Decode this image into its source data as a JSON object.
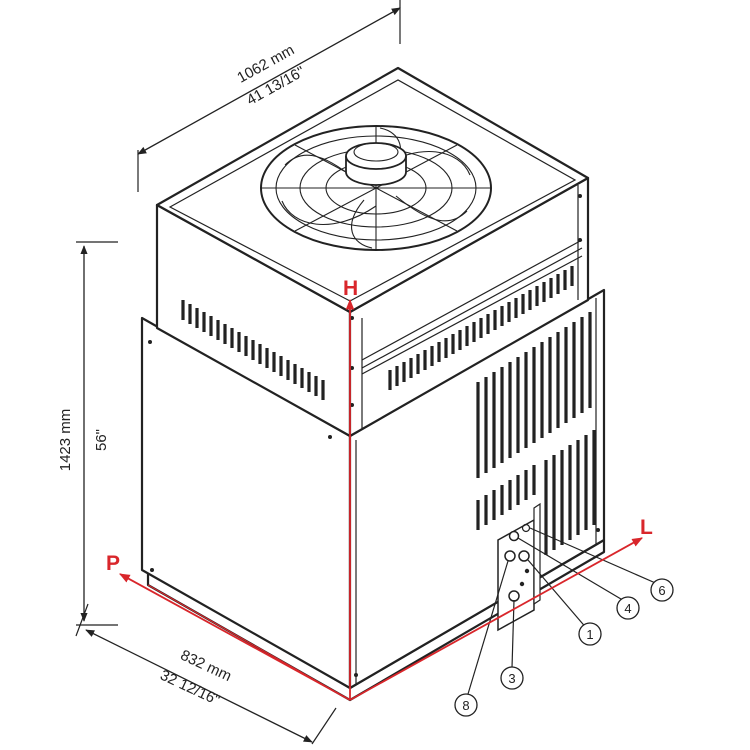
{
  "dimensions": {
    "width": {
      "metric": "1062 mm",
      "imperial": "41 13/16\""
    },
    "height": {
      "metric": "1423 mm",
      "imperial": "56\""
    },
    "depth": {
      "metric": "832 mm",
      "imperial": "32 12/16\""
    }
  },
  "axes": {
    "h": "H",
    "p": "P",
    "l": "L"
  },
  "callouts": [
    "6",
    "4",
    "1",
    "3",
    "8"
  ],
  "colors": {
    "accent": "#d9262b",
    "line": "#222222",
    "background": "#ffffff"
  }
}
